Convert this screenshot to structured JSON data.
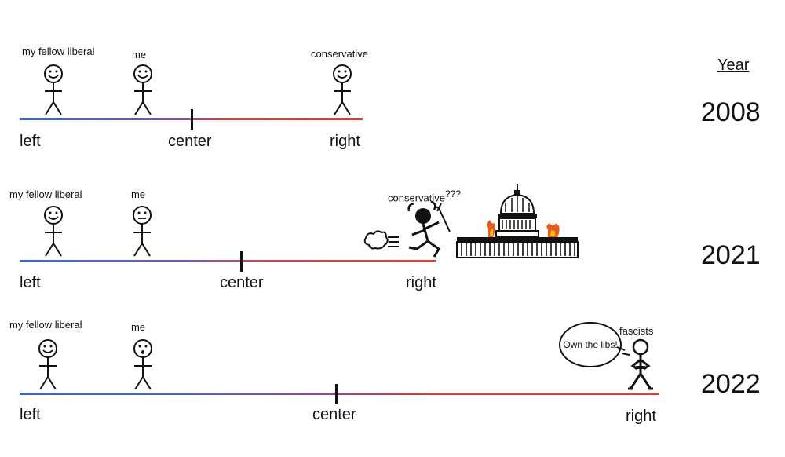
{
  "header": {
    "year_title": "Year"
  },
  "rows": [
    {
      "year": "2008",
      "labels": {
        "fellow": "my fellow liberal",
        "me": "me",
        "other": "conservative"
      },
      "axis": {
        "left": "left",
        "center": "center",
        "right": "right"
      }
    },
    {
      "year": "2021",
      "labels": {
        "fellow": "my fellow liberal",
        "me": "me",
        "other": "conservative",
        "other_mark": "???"
      },
      "axis": {
        "left": "left",
        "center": "center",
        "right": "right"
      }
    },
    {
      "year": "2022",
      "labels": {
        "fellow": "my fellow liberal",
        "me": "me",
        "other": "fascists",
        "speech": "Own the libs!"
      },
      "axis": {
        "left": "left",
        "center": "center",
        "right": "right"
      }
    }
  ],
  "colors": {
    "left": "#3a66c4",
    "right": "#d0453a",
    "mid": "#7a4a8a"
  }
}
